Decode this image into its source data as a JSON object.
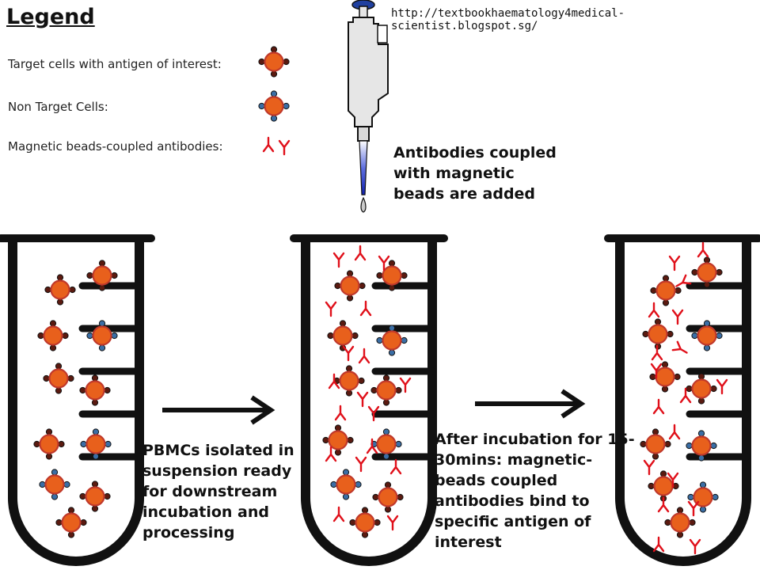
{
  "legend": {
    "title": "Legend",
    "target_cells": "Target cells with antigen of interest:",
    "non_target_cells": "Non Target  Cells:",
    "beads": "Magnetic beads-coupled  antibodies:"
  },
  "source_url": "http://textbookhaematology4medical-scientist.blogspot.sg/",
  "step_texts": {
    "antibodies_added": [
      "Antibodies coupled",
      "with magnetic",
      "beads are added"
    ],
    "pbmcs": [
      "PBMCs isolated in",
      "suspension ready",
      "for downstream",
      "incubation and",
      "processing"
    ],
    "after_incubation": [
      "After incubation for 15-",
      "30mins: magnetic-",
      "beads coupled",
      "antibodies bind to",
      "specific antigen of",
      "interest"
    ]
  },
  "colors": {
    "cell_fill": "#e8601c",
    "cell_stroke": "#c0392b",
    "target_antigen": "#5a1a10",
    "nontarget_antigen": "#3a6ea5",
    "antibody": "#e0101a",
    "tube": "#111111",
    "pipette_tip": "#3040d0"
  }
}
